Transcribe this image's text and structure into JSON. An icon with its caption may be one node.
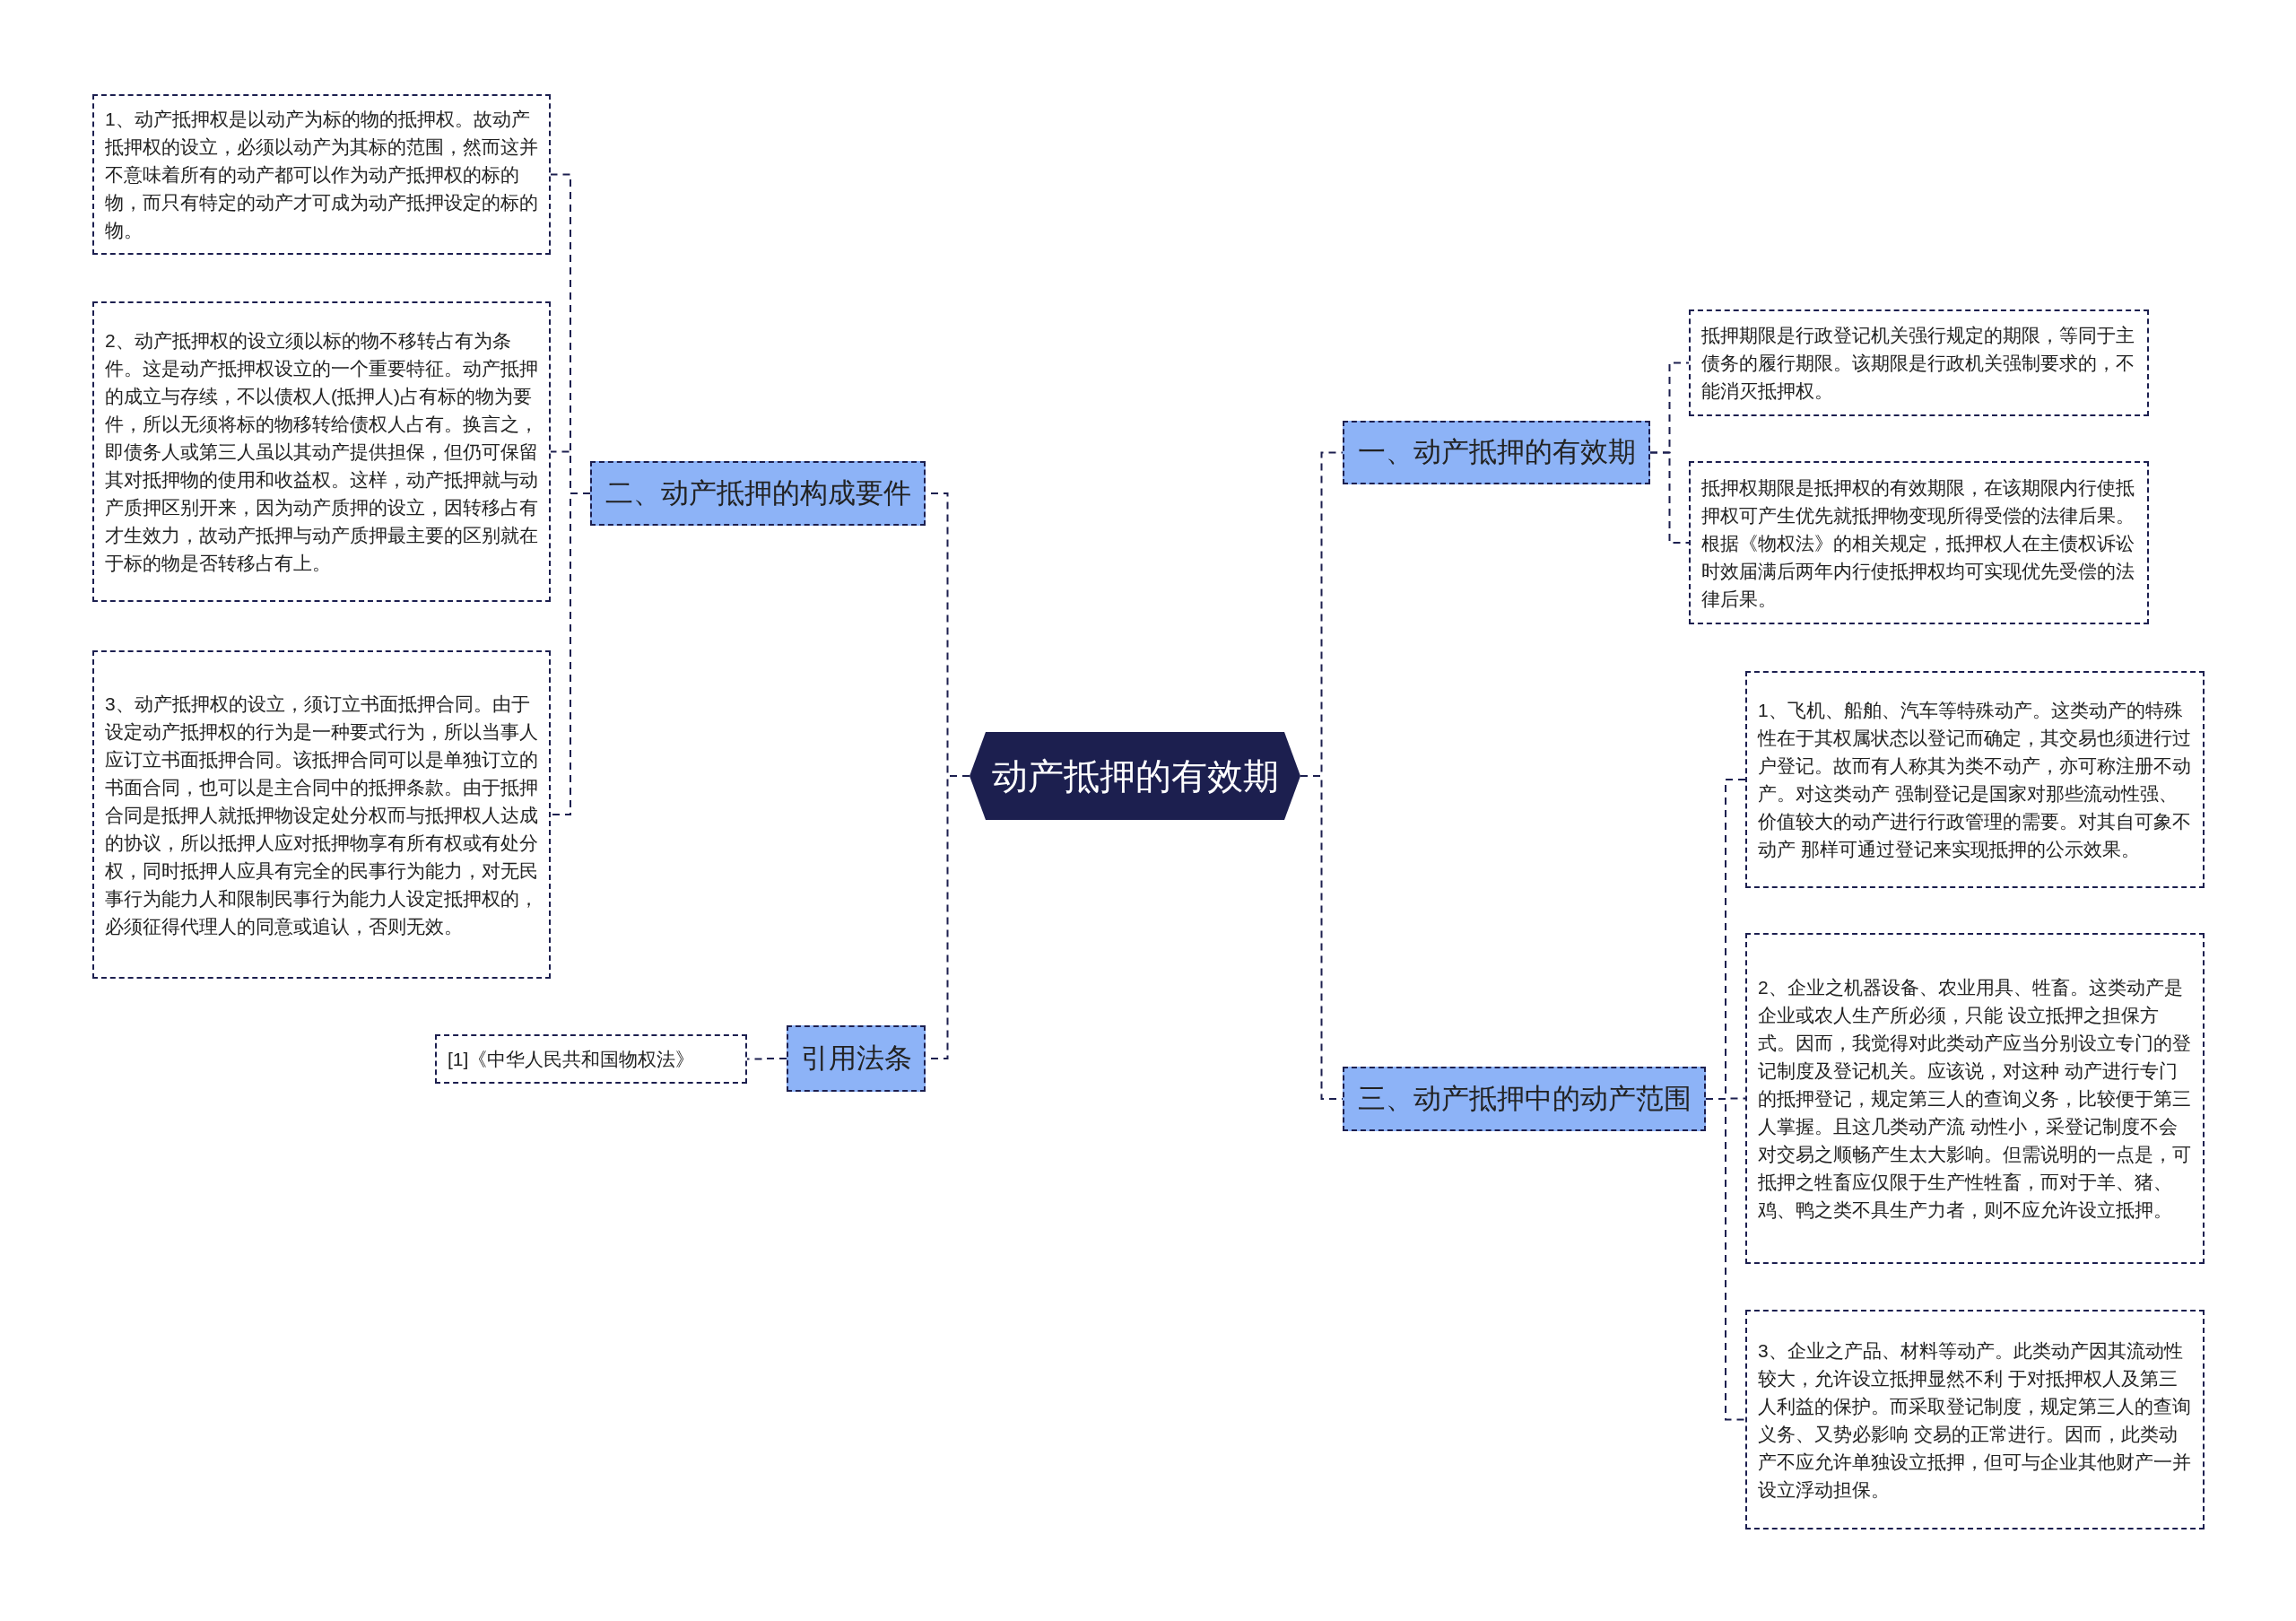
{
  "diagram": {
    "nodes": [
      {
        "text": [
          "动产抵押的有效期"
        ]
      },
      {
        "text": [
          "一、动产抵押的有效期"
        ]
      },
      {
        "text": [
          "抵押期限是行政登记机关强行规定的期限，等同于主债务的履行期限。该期限是行政机关强制要求的，不能消灭抵押权。"
        ]
      },
      {
        "text": [
          "抵押权期限是抵押权的有效期限，在该期限内行使抵押权可产生优先就抵押物变现所得受偿的法律后果。根据《物权法》的相关规定，抵押权人在主债权诉讼时效届满后两年内行使抵押权均可实现优先受偿的法律后果。"
        ]
      },
      {
        "text": [
          "三、动产抵押中的动产范围"
        ]
      },
      {
        "text": [
          "1、飞机、船舶、汽车等特殊动产。这类动产的特殊性在于其权属状态以登记而确定，其交易也须进行过户登记。故而有人称其为类不动产，亦可称注册不动产。对这类动产 强制登记是国家对那些流动性强、价值较大的动产进行行政管理的需要。对其自可象不动产 那样可通过登记来实现抵押的公示效果。"
        ]
      },
      {
        "text": [
          "2、企业之机器设备、农业用具、牲畜。这类动产是企业或农人生产所必须，只能 设立抵押之担保方式。因而，我觉得对此类动产应当分别设立专门的登记制度及登记机关。应该说，对这种 动产进行专门的抵押登记，规定第三人的查询义务，比较便于第三人掌握。且这几类动产流 动性小，采登记制度不会对交易之顺畅产生太大影响。但需说明的一点是，可抵押之牲畜应仅限于生产性牲畜，而对于羊、猪、鸡、鸭之类不具生产力者，则不应允许设立抵押。"
        ]
      },
      {
        "text": [
          "3、企业之产品、材料等动产。此类动产因其流动性较大，允许设立抵押显然不利 于对抵押权人及第三人利益的保护。而采取登记制度，规定第三人的查询义务、又势必影响 交易的正常进行。因而，此类动产不应允许单独设立抵押，但可与企业其他财产一并设立浮动担保。"
        ]
      },
      {
        "text": [
          "二、动产抵押的构成要件"
        ]
      },
      {
        "text": [
          "1、动产抵押权是以动产为标的物的抵押权。故动产抵押权的设立，必须以动产为其标的范围，然而这并不意味着所有的动产都可以作为动产抵押权的标的物，而只有特定的动产才可成为动产抵押设定的标的物。"
        ]
      },
      {
        "text": [
          "2、动产抵押权的设立须以标的物不移转占有为条件。这是动产抵押权设立的一个重要特征。动产抵押的成立与存续，不以债权人(抵押人)占有标的物为要件，所以无须将标的物移转给债权人占有。换言之，即债务人或第三人虽以其动产提供担保，但仍可保留其对抵押物的使用和收益权。这样，动产抵押就与动产质押区别开来，因为动产质押的设立，因转移占有才生效力，故动产抵押与动产质押最主要的区别就在于标的物是否转移占有上。"
        ]
      },
      {
        "text": [
          "3、动产抵押权的设立，须订立书面抵押合同。由于设定动产抵押权的行为是一种要式行为，所以当事人应订立书面抵押合同。该抵押合同可以是单独订立的书面合同，也可以是主合同中的抵押条款。由于抵押合同是抵押人就抵押物设定处分权而与抵押权人达成的协议，所以抵押人应对抵押物享有所有权或有处分权，同时抵押人应具有完全的民事行为能力，对无民事行为能力人和限制民事行为能力人设定抵押权的，必须征得代理人的同意或追认，否则无效。"
        ]
      },
      {
        "text": [
          "引用法条"
        ]
      },
      {
        "text": [
          "[1]《中华人民共和国物权法》"
        ]
      }
    ],
    "edges": [
      {
        "from": 0,
        "to": 1,
        "arrow": "none",
        "style": "dashed"
      },
      {
        "from": 1,
        "to": 2,
        "arrow": "none",
        "style": "dashed"
      },
      {
        "from": 1,
        "to": 3,
        "arrow": "none",
        "style": "dashed"
      },
      {
        "from": 0,
        "to": 4,
        "arrow": "none",
        "style": "dashed"
      },
      {
        "from": 4,
        "to": 5,
        "arrow": "none",
        "style": "dashed"
      },
      {
        "from": 4,
        "to": 6,
        "arrow": "none",
        "style": "dashed"
      },
      {
        "from": 4,
        "to": 7,
        "arrow": "none",
        "style": "dashed"
      },
      {
        "from": 0,
        "to": 8,
        "arrow": "none",
        "style": "dashed"
      },
      {
        "from": 8,
        "to": 9,
        "arrow": "none",
        "style": "dashed"
      },
      {
        "from": 8,
        "to": 10,
        "arrow": "none",
        "style": "dashed"
      },
      {
        "from": 8,
        "to": 11,
        "arrow": "none",
        "style": "dashed"
      },
      {
        "from": 0,
        "to": 12,
        "arrow": "none",
        "style": "dashed"
      },
      {
        "from": 12,
        "to": 13,
        "arrow": "none",
        "style": "dashed"
      }
    ]
  }
}
